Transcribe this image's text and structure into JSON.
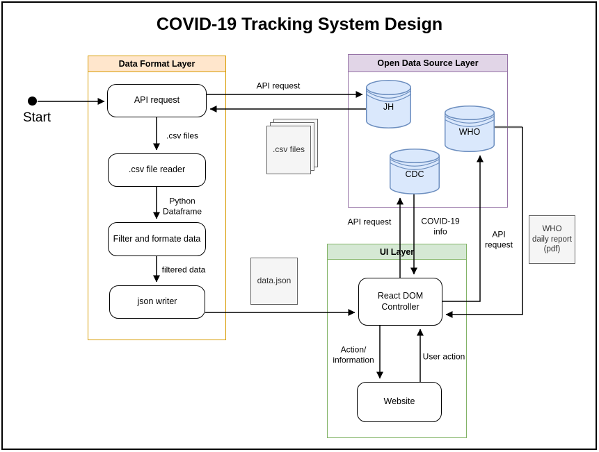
{
  "title": "COVID-19 Tracking System Design",
  "start": {
    "label": "Start"
  },
  "layers": {
    "data_format": {
      "title": "Data Format Layer"
    },
    "open_data_source": {
      "title": "Open Data Source Layer"
    },
    "ui": {
      "title": "UI Layer"
    }
  },
  "nodes": {
    "api_request": "API request",
    "csv_file_reader": ".csv file reader",
    "filter_format": "Filter and formate data",
    "json_writer": "json writer",
    "react_dom": "React DOM\nController",
    "website": "Website"
  },
  "databases": {
    "jh": "JH",
    "cdc": "CDC",
    "who": "WHO"
  },
  "documents": {
    "csv_stack": ".csv files",
    "data_json": "data.json",
    "who_report": "WHO\ndaily report\n(pdf)"
  },
  "edge_labels": {
    "api_request_to_jh": "API request",
    "csv_files": ".csv files",
    "python_dataframe": "Python\nDataframe",
    "filtered_data": "filtered data",
    "api_request_to_cdc": "API request",
    "covid_info": "COVID-19\ninfo",
    "api_request_to_who": "API\nrequest",
    "action_information": "Action/\ninformation",
    "user_action": "User action"
  },
  "colors": {
    "data_format_header": "#ffe6cc",
    "data_format_border": "#d79b00",
    "open_data_header": "#e1d5e7",
    "open_data_border": "#9673a6",
    "ui_header": "#d5e8d4",
    "ui_border": "#82b366",
    "database_fill": "#dae8fc",
    "database_border": "#6c8ebf",
    "document_fill": "#f5f5f5",
    "document_border": "#666666",
    "edge": "#000000",
    "edge_gray": "#666666"
  }
}
